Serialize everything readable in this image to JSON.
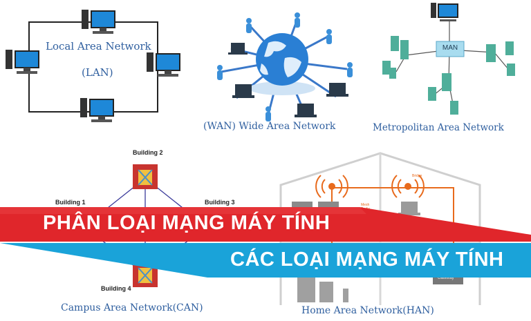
{
  "lan": {
    "title_line1": "Local Area Network",
    "title_line2": "(LAN)"
  },
  "wan": {
    "caption": "(WAN) Wide Area Network"
  },
  "man": {
    "hub_label": "MAN",
    "caption": "Metropolitan Area Network"
  },
  "can": {
    "building1": "Building 1",
    "building2": "Building 2",
    "building3": "Building 3",
    "building4": "Building 4",
    "caption": "Campus Area Network(CAN)"
  },
  "han": {
    "caption": "Home Area Network(HAN)",
    "label_bridge": "Bridge",
    "label_mesh": "Mesh Radio",
    "label_gateway": "Gateway"
  },
  "banner": {
    "primary": "PHÂN LOẠI MẠNG MÁY TÍNH",
    "secondary": "CÁC LOẠI MẠNG MÁY TÍNH"
  },
  "colors": {
    "red": "#e0262b",
    "blue": "#1aa3d9",
    "caption": "#2f5f9f"
  }
}
